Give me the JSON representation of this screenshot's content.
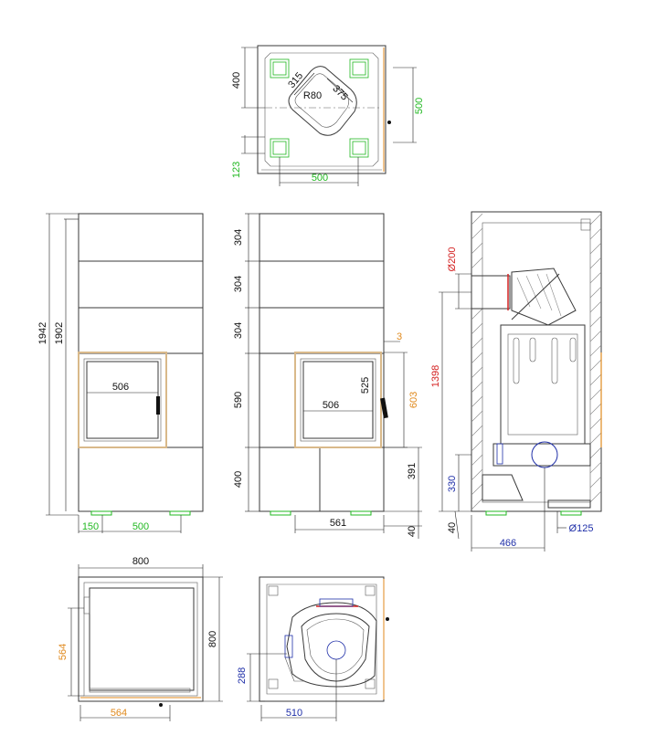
{
  "colors": {
    "black": "#111111",
    "green": "#22b822",
    "orange": "#e08a1e",
    "red": "#d42222",
    "blue": "#1f2fa8"
  },
  "top_view": {
    "dim_400": "400",
    "dim_315": "315",
    "dim_r80": "R80",
    "dim_375": "375",
    "dim_500_right": "500",
    "dim_123": "123",
    "dim_500_bottom": "500"
  },
  "front_view": {
    "dim_1942": "1942",
    "dim_1902": "1902",
    "dim_506": "506",
    "dim_150": "150",
    "dim_500": "500"
  },
  "front_view_2": {
    "dim_304_a": "304",
    "dim_304_b": "304",
    "dim_304_c": "304",
    "dim_590": "590",
    "dim_400": "400",
    "dim_3": "3",
    "dim_525": "525",
    "dim_506": "506",
    "dim_603": "603",
    "dim_391": "391",
    "dim_561": "561",
    "dim_40": "40"
  },
  "side_section": {
    "dim_200": "Ø200",
    "dim_1398": "1398",
    "dim_330": "330",
    "dim_40": "40",
    "dim_125": "Ø125",
    "dim_466": "466"
  },
  "plan_view": {
    "dim_800_top": "800",
    "dim_800_right": "800",
    "dim_564_left": "564",
    "dim_564_bottom": "564"
  },
  "plan_view_2": {
    "dim_288": "288",
    "dim_510": "510"
  }
}
